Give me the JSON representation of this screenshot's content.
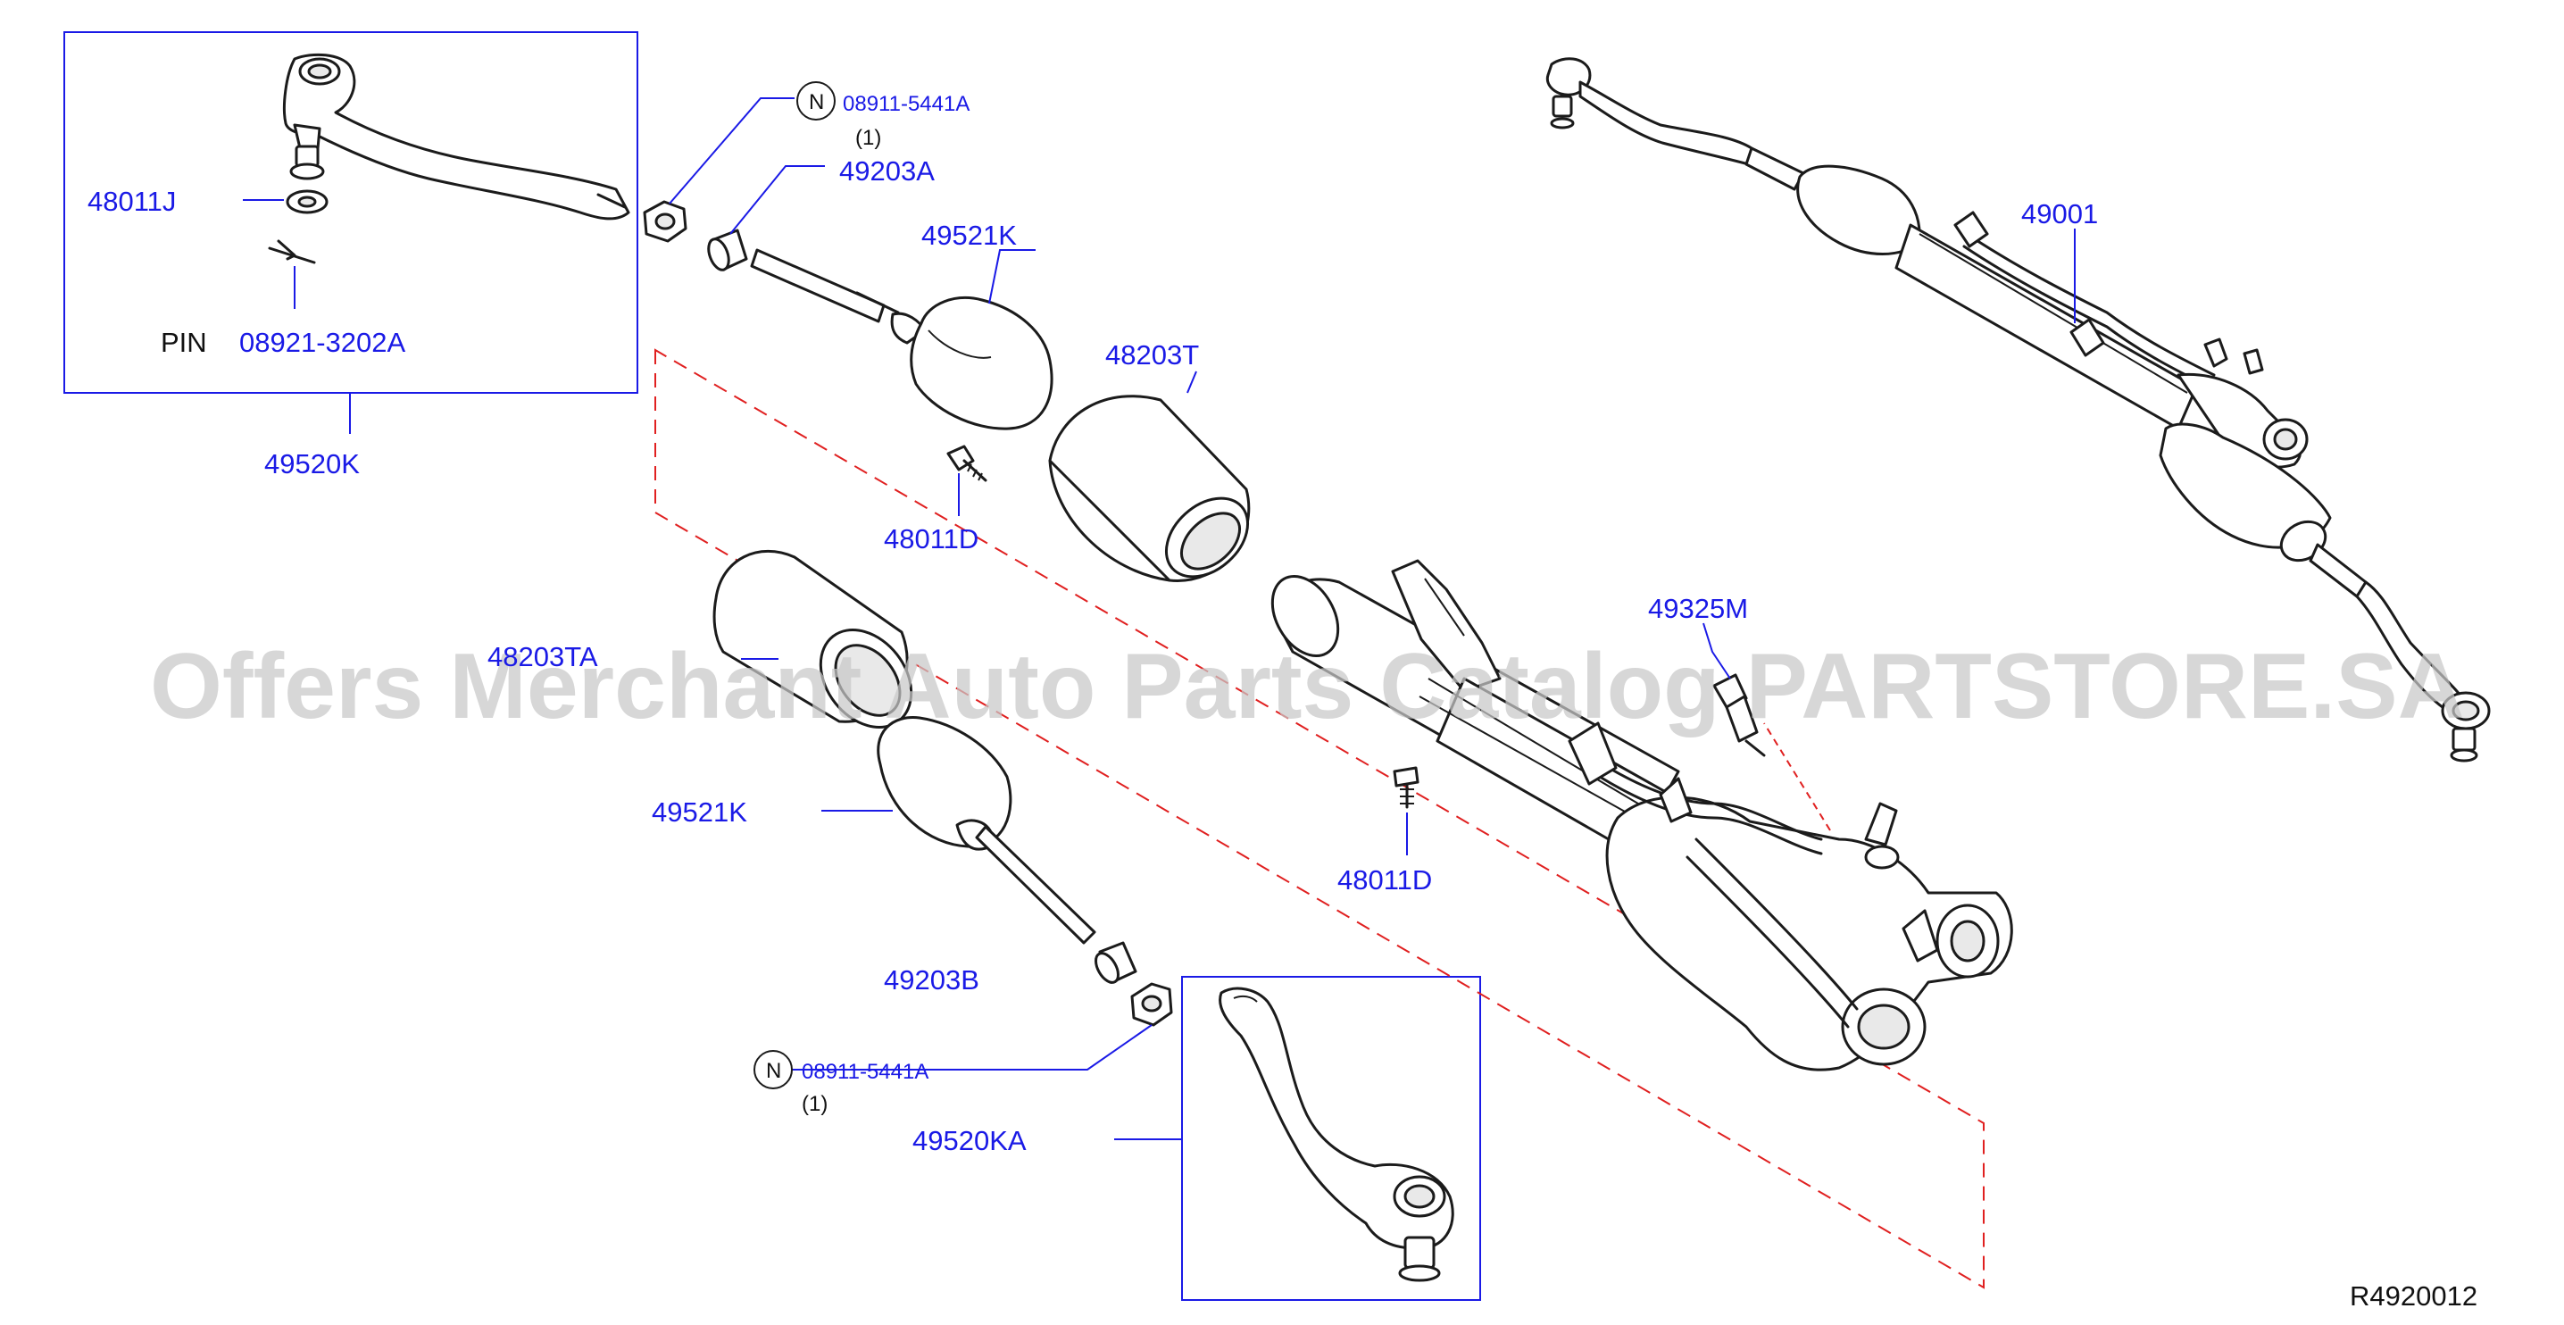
{
  "labels": {
    "nut_top_code": "08911-5441A",
    "nut_top_qty": "(1)",
    "nut_top_badge": "N",
    "l_48011J": "48011J",
    "l_pin_prefix": "PIN",
    "l_pin_code": "08921-3202A",
    "l_49520K": "49520K",
    "l_49203A": "49203A",
    "l_49521K_top": "49521K",
    "l_48203T": "48203T",
    "l_48011D_top": "48011D",
    "l_49001": "49001",
    "l_49325M": "49325M",
    "l_48203TA": "48203TA",
    "l_49521K_bottom": "49521K",
    "l_48011D_bottom": "48011D",
    "l_49203B": "49203B",
    "nut_bottom_code": "08911-5441A",
    "nut_bottom_qty": "(1)",
    "nut_bottom_badge": "N",
    "l_49520KA": "49520KA",
    "diagram_ref": "R4920012"
  },
  "watermark": "Offers Merchant Auto Parts Catalog PARTSTORE.SA",
  "colors": {
    "label_blue": "#1a1ae6",
    "dash_red": "#e02020",
    "line_black": "#1b1b1b",
    "watermark_gray": "#c8c8c8"
  }
}
